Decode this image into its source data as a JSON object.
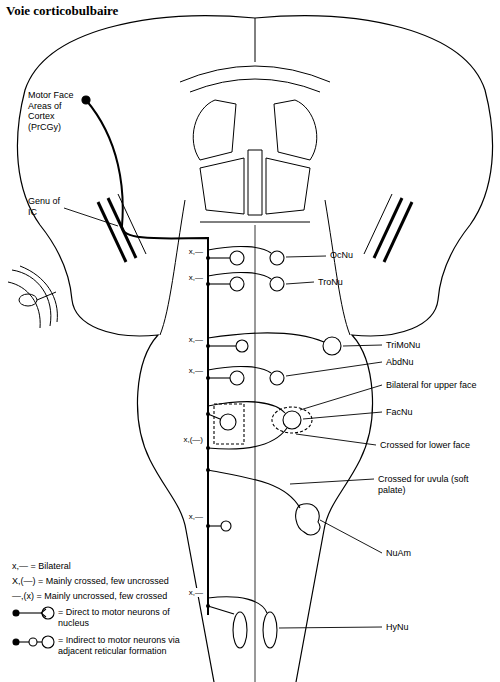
{
  "diagram": {
    "title": "Voie corticobulbaire",
    "labels": [
      "Motor Face Areas of Cortex (PrCGy)",
      "Genu of IC",
      "OcNu",
      "TroNu",
      "TriMoNu",
      "AbdNu",
      "Bilateral for upper face",
      "FacNu",
      "Crossed for lower face",
      "Crossed for uvula (soft palate)",
      "NuAm",
      "HyNu",
      "x,—",
      "x,—",
      "x,—",
      "x,—",
      "x,(—)",
      "x,—",
      "x,—"
    ],
    "legend": [
      {
        "text": "x,— = Bilateral"
      },
      {
        "text": "X,(—) = Mainly crossed, few uncrossed"
      },
      {
        "text": "—,(x) = Mainly uncrossed, few crossed"
      },
      {
        "text": "= Direct to motor neurons of nucleus"
      },
      {
        "text": "= Indirect to motor neurons via adjacent reticular formation"
      }
    ]
  }
}
